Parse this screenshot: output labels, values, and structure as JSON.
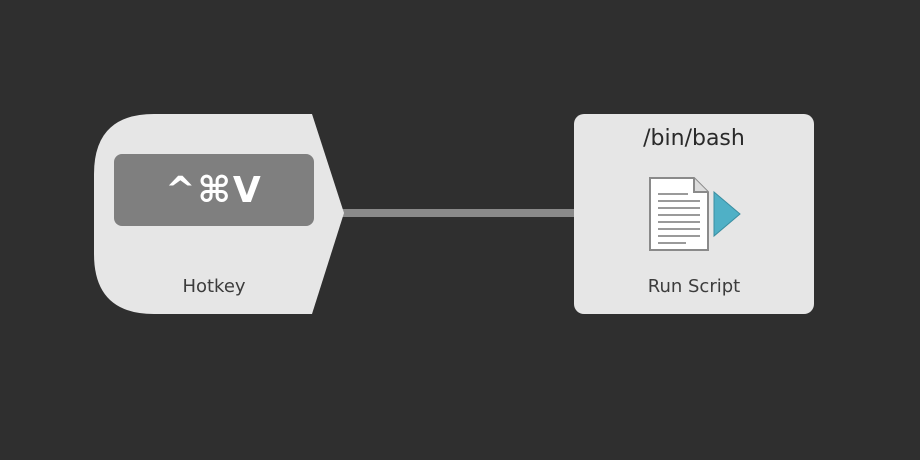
{
  "workflow": {
    "connector": {
      "color": "#8a8a8a"
    },
    "hotkey_node": {
      "key_combo": "^⌘V",
      "label": "Hotkey",
      "color": "#e6e6e6",
      "key_background": "#7f7f7f"
    },
    "script_node": {
      "language_path": "/bin/bash",
      "label": "Run Script",
      "icon": "document-run-icon",
      "arrow_color": "#4fb0c6"
    }
  }
}
